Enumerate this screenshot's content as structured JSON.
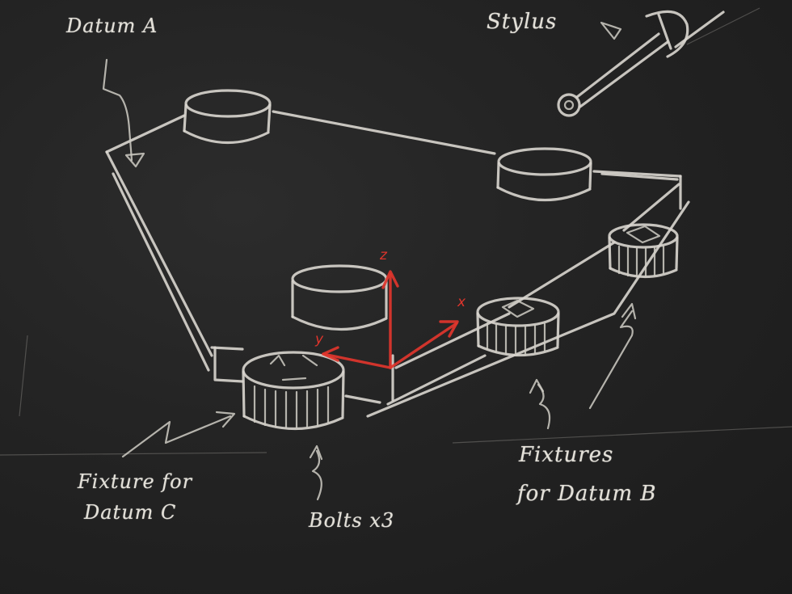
{
  "board": {
    "background_color": "#1f1f1f",
    "chalk_color": "#d9d6cf",
    "accent_color": "#e0352c"
  },
  "labels": {
    "datum_a": "Datum A",
    "stylus": "Stylus",
    "fixture_datum_c_line1": "Fixture for",
    "fixture_datum_c_line2": "Datum C",
    "bolts": "Bolts x3",
    "fixtures_datum_b_line1": "Fixtures",
    "fixtures_datum_b_line2": "for Datum B"
  },
  "axes": {
    "x": "x",
    "y": "y",
    "z": "z"
  }
}
